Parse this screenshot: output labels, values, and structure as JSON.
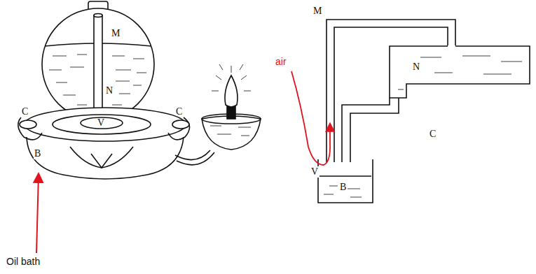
{
  "diagram": {
    "labels": [
      "M",
      "N",
      "C",
      "C",
      "V",
      "B",
      "Oil bath",
      "M",
      "air",
      "N",
      "V",
      "B",
      "C"
    ]
  }
}
